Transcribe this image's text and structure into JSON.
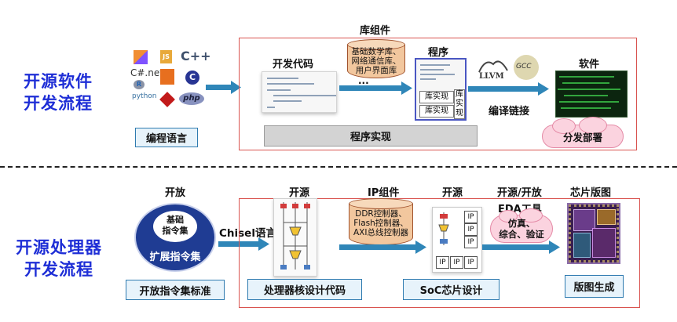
{
  "top": {
    "side_title_line1": "开源软件",
    "side_title_line2": "开发流程",
    "bar_languages": "编程语言",
    "lib_label": "库组件",
    "dev_code_label": "开发代码",
    "lib_cylinder": [
      "基础数学库、",
      "网络通信库、",
      "用户界面库"
    ],
    "ellipsis": "...",
    "program_label": "程序",
    "lib_impl_1": "库实现",
    "lib_impl_2": "库实现",
    "lib_impl_3": "库实现",
    "compile_link": "编译链接",
    "software_label": "软件",
    "deploy_label": "分发部署",
    "impl_bar": "程序实现",
    "llvm_label": "LLVM",
    "gcc_label": "GCC",
    "lang_icons": [
      "Kotlin",
      "JS",
      "C++",
      "C#.net",
      "R",
      "Java",
      "C",
      "python",
      "Ruby",
      "php"
    ]
  },
  "bottom": {
    "side_title_line1": "开源处理器",
    "side_title_line2": "开发流程",
    "open_label": "开放",
    "isa_inner_1": "基础",
    "isa_inner_2": "指令集",
    "isa_outer": "扩展指令集",
    "chisel_label": "Chisel语言",
    "open_source_1": "开源",
    "ip_label": "IP组件",
    "ip_cylinder": [
      "DDR控制器、",
      "Flash控制器、",
      "AXI总线控制器"
    ],
    "open_source_2": "开源",
    "open_source_open": "开源/开放",
    "layout_label": "芯片版图",
    "eda_label": "EDA工具",
    "sim_cloud_1": "仿真、",
    "sim_cloud_2": "综合、验证",
    "bar_isa": "开放指令集标准",
    "bar_core": "处理器核设计代码",
    "bar_soc": "SoC芯片设计",
    "bar_layout": "版图生成",
    "ip_tag": "IP"
  },
  "colors": {
    "title_blue": "#1e2ed6",
    "frame_red": "#d9534f",
    "arrow_blue": "#2f86b8",
    "bar_blue_fill": "#e7f3fb",
    "bar_grey_fill": "#d3d3d3",
    "cloud_pink": "#fbd3df"
  }
}
